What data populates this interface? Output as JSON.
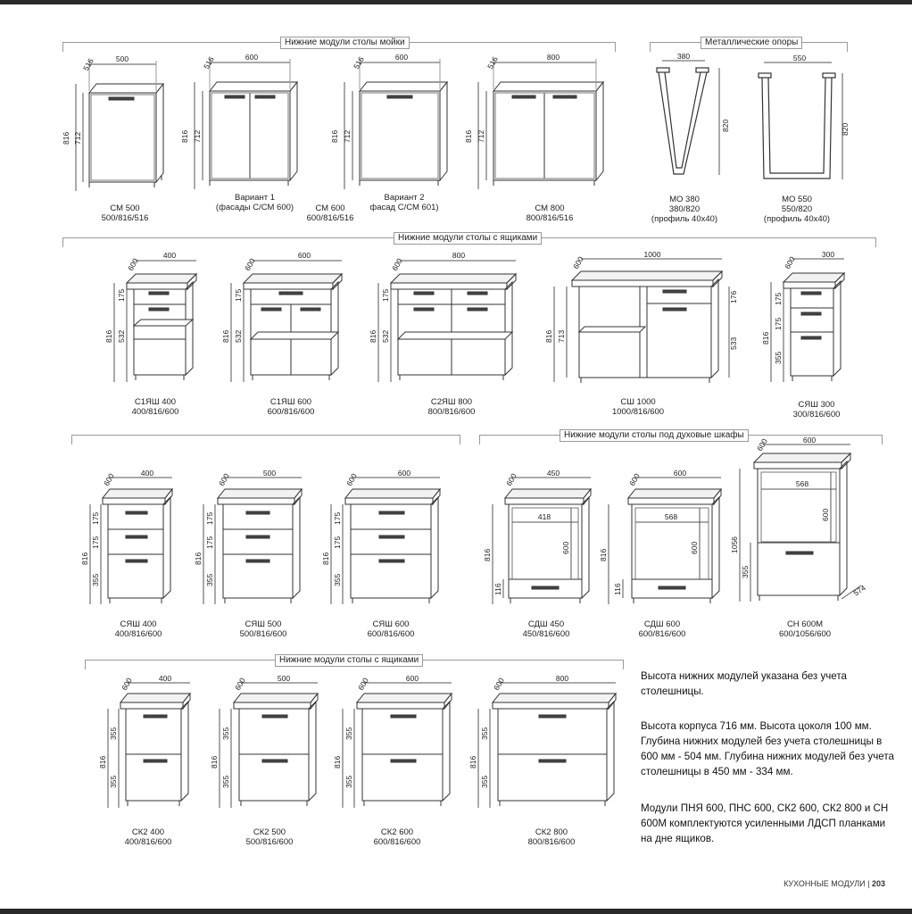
{
  "sections": {
    "sink": "Нижние модули столы мойки",
    "legs": "Металлические опоры",
    "drawers": "Нижние модули столы с ящиками",
    "oven": "Нижние модули столы под духовые шкафы",
    "drawers2": "Нижние модули столы с ящиками"
  },
  "items": {
    "cm500": {
      "name": "СМ 500",
      "dims": "500/816/516",
      "w": "500",
      "d": "516",
      "h": "816",
      "hb": "712"
    },
    "v1": {
      "line1": "Вариант 1",
      "line2": "(фасады С/СМ 600)",
      "w": "600",
      "d": "516",
      "h": "816",
      "hb": "712"
    },
    "cm600": {
      "name": "СМ 600",
      "dims": "600/816/516"
    },
    "v2": {
      "line1": "Вариант 2",
      "line2": "фасад С/СМ 601)",
      "w": "600",
      "d": "516",
      "h": "816",
      "hb": "712"
    },
    "cm800": {
      "name": "СМ 800",
      "dims": "800/816/516",
      "w": "800",
      "d": "516",
      "h": "816",
      "hb": "712"
    },
    "mo380": {
      "name": "МО 380",
      "dims": "380/820",
      "profile": "(профиль 40х40)",
      "w": "380",
      "h": "820"
    },
    "mo550": {
      "name": "МО 550",
      "dims": "550/820",
      "profile": "(профиль 40х40)",
      "w": "550",
      "h": "820"
    },
    "c1ysh400": {
      "name": "С1ЯШ 400",
      "dims": "400/816/600",
      "w": "400",
      "d": "600",
      "h": "816",
      "a": "175",
      "b": "532"
    },
    "c1ysh600": {
      "name": "С1ЯШ 600",
      "dims": "600/816/600",
      "w": "600",
      "d": "600",
      "h": "816",
      "a": "175",
      "b": "532"
    },
    "c2ysh800": {
      "name": "С2ЯШ 800",
      "dims": "800/816/600",
      "w": "800",
      "d": "600",
      "h": "816",
      "a": "175",
      "b": "532"
    },
    "csh1000": {
      "name": "СШ 1000",
      "dims": "1000/816/600",
      "w": "1000",
      "d": "600",
      "h": "816",
      "a": "713",
      "r1": "176",
      "r2": "533"
    },
    "cyash300": {
      "name": "СЯШ 300",
      "dims": "300/816/600",
      "w": "300",
      "d": "600",
      "h": "816",
      "a": "175",
      "b": "175",
      "c": "355"
    },
    "cyash400": {
      "name": "СЯШ 400",
      "dims": "400/816/600",
      "w": "400",
      "d": "600",
      "h": "816",
      "a": "175",
      "b": "175",
      "c": "355"
    },
    "cyash500": {
      "name": "СЯШ 500",
      "dims": "500/816/600",
      "w": "500",
      "d": "600",
      "h": "816",
      "a": "175",
      "b": "175",
      "c": "355"
    },
    "cyash600": {
      "name": "СЯШ 600",
      "dims": "600/816/600",
      "w": "600",
      "d": "600",
      "h": "816",
      "a": "175",
      "b": "175",
      "c": "355"
    },
    "cdsh450": {
      "name": "СДШ 450",
      "dims": "450/816/600",
      "w": "450",
      "d": "600",
      "h": "816",
      "iw": "418",
      "ih": "600",
      "bh": "116"
    },
    "cdsh600": {
      "name": "СДШ 600",
      "dims": "600/816/600",
      "w": "600",
      "d": "600",
      "h": "816",
      "iw": "568",
      "ih": "600",
      "bh": "116"
    },
    "ch600m": {
      "name": "СН 600М",
      "dims": "600/1056/600",
      "w": "600",
      "d": "600",
      "h": "1056",
      "iw": "568",
      "ih": "600",
      "bh": "355",
      "side": "574"
    },
    "ck2400": {
      "name": "СК2 400",
      "dims": "400/816/600",
      "w": "400",
      "d": "600",
      "h": "816",
      "a": "355",
      "b": "355"
    },
    "ck2500": {
      "name": "СК2 500",
      "dims": "500/816/600",
      "w": "500",
      "d": "600",
      "h": "816",
      "a": "355",
      "b": "355"
    },
    "ck2600": {
      "name": "СК2 600",
      "dims": "600/816/600",
      "w": "600",
      "d": "600",
      "h": "816",
      "a": "355",
      "b": "355"
    },
    "ck2800": {
      "name": "СК2 800",
      "dims": "800/816/600",
      "w": "800",
      "d": "600",
      "h": "816",
      "a": "355",
      "b": "355"
    }
  },
  "notes": {
    "n1": "Высота нижних модулей указана без учета столешницы.",
    "n2": "Высота корпуса 716 мм. Высота цоколя 100 мм. Глубина нижних модулей без учета столешницы в 600 мм - 504 мм. Глубина нижних модулей без учета столешницы в 450 мм - 334 мм.",
    "n3": "Модули ПНЯ 600, ПНС 600, СК2 600, СК2 800 и СН 600М комплектуются усиленными  ЛДСП планками на дне ящиков."
  },
  "footer": {
    "label": "КУХОННЫЕ МОДУЛИ",
    "sep": "|",
    "page": "203"
  }
}
